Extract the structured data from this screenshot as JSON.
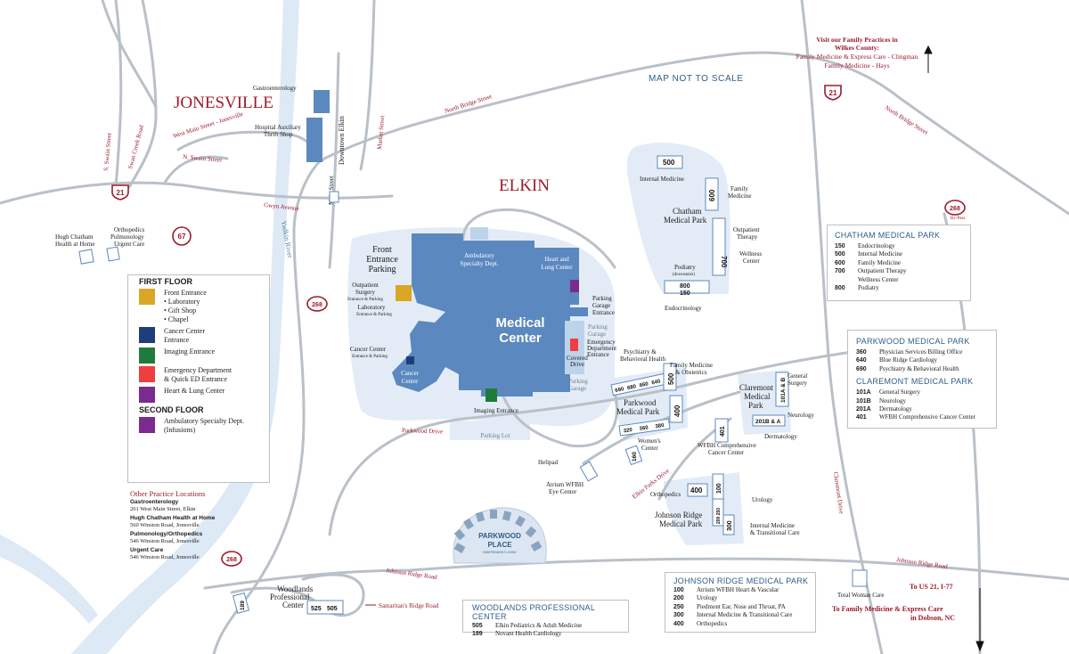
{
  "title": "MAP NOT TO SCALE",
  "towns": {
    "jonesville": "JONESVILLE",
    "elkin": "ELKIN"
  },
  "family_practices": {
    "line1": "Visit our Family Practices in",
    "line2": "Wilkes County:",
    "line3": "Family Medicine & Express Care - Clingman",
    "line4": "Family Medicine - Hays"
  },
  "roads": {
    "s_swain": "S. Swain Street",
    "swan_creek": "Swan Creek Road",
    "west_main": "West Main Street - Jonesville",
    "n_swain": "N. Swain Street",
    "gwyn": "Gwyn Avenue",
    "yadkin": "Yadkin River",
    "main_street": "Main Street",
    "downtown_elkin": "Downtown Elkin",
    "market": "Market Street",
    "north_bridge_1": "North Bridge Street",
    "north_bridge_2": "North Bridge Street",
    "parkwood": "Parkwood Drive",
    "elkin_parks": "Elkin Parks Drive",
    "claremont": "Claremont Drive",
    "johnson_ridge_1": "Johnson Ridge Road",
    "johnson_ridge_2": "Johnson Ridge Road",
    "samaritans": "Samaritan's Ridge Road",
    "bypass": "By-Pass"
  },
  "shields": {
    "us21_left": "21",
    "us21_right": "21",
    "nc67": "67",
    "r268_a": "268",
    "r268_b": "268",
    "r268_c": "268"
  },
  "places": {
    "gastro": "Gastroenterology",
    "thrift1": "Hospital Auxiliary",
    "thrift2": "Thrift Shop",
    "hugh1": "Hugh Chatham",
    "hugh2": "Health at Home",
    "ortho1": "Orthopedics",
    "ortho2": "Pulmonology",
    "ortho3": "Urgent Care",
    "front1": "Front",
    "front2": "Entrance",
    "front3": "Parking",
    "outpatient1": "Outpatient",
    "outpatient2": "Surgery",
    "outpatient3": "Entrance & Parking",
    "lab1": "Laboratory",
    "lab2": "Entrance & Parking",
    "cancerent1": "Cancer Center",
    "cancerent2": "Entrance & Parking",
    "ambulatory1": "Ambulatory",
    "ambulatory2": "Specialty Dept.",
    "heart1": "Heart and",
    "heart2": "Lung Center",
    "medical1": "Medical",
    "medical2": "Center",
    "cancer1": "Cancer",
    "cancer2": "Center",
    "imaging": "Imaging Entrance",
    "parkinglot": "Parking Lot",
    "pge1": "Parking",
    "pge2": "Garage",
    "pge3": "Entrance",
    "garage1_a": "Parking",
    "garage1_b": "Garage",
    "garage2_a": "Parking",
    "garage2_b": "Garage",
    "er1": "Emergency",
    "er2": "Department",
    "er3": "Entrance",
    "covered1": "Covered",
    "covered2": "Drive",
    "helipad": "Helipad",
    "eye1": "Atrium WFBH",
    "eye2": "Eye Center",
    "parkwood_place1": "PARKWOOD",
    "parkwood_place2": "PLACE",
    "parkwood_place3": "INDEPENDENT LIVING",
    "woodlands1": "Woodlands",
    "woodlands2": "Professional",
    "woodlands3": "Center",
    "internal_med": "Internal Medicine",
    "family_med1": "Family",
    "family_med2": "Medicine",
    "chatham1": "Chatham",
    "chatham2": "Medical Park",
    "otherapy1": "Outpatient",
    "otherapy2": "Therapy",
    "wellness1": "Wellness",
    "wellness2": "Center",
    "podiatry1": "Podiatry",
    "podiatry2": "(downstairs)",
    "endo": "Endocrinology",
    "psych1": "Psychiatry &",
    "psych2": "Behavioral Health",
    "fmo1": "Family Medicine",
    "fmo2": "& Obstetrics",
    "parkwood_mp1": "Parkwood",
    "parkwood_mp2": "Medical Park",
    "womens1": "Women's",
    "womens2": "Center",
    "cancer_comp1": "WFBH Comprehensive",
    "cancer_comp2": "Cancer Center",
    "claremont_mp1": "Claremont",
    "claremont_mp2": "Medical",
    "claremont_mp3": "Park",
    "gensurg1": "General",
    "gensurg2": "Surgery",
    "neurology": "Neurology",
    "dermatology": "Dermatology",
    "orthopedics": "Orthopedics",
    "urology": "Urology",
    "internal_trans1": "Internal Medicine",
    "internal_trans2": "& Transitional Care",
    "johnson_mp1": "Johnson Ridge",
    "johnson_mp2": "Medical Park",
    "total_woman": "Total Woman Care",
    "to_us21": "To US 21, I-77",
    "dobson1": "To Family Medicine & Express Care",
    "dobson2": "in Dobson, NC"
  },
  "building_numbers": {
    "b500": "500",
    "b600": "600",
    "b700": "700",
    "b800": "800",
    "b150": "150",
    "b690": "690",
    "b680": "680",
    "b660": "660",
    "b640": "640",
    "pw500": "500",
    "pw400": "400",
    "b320": "320",
    "b360": "360",
    "b380": "380",
    "b101a": "101A & B",
    "b201b": "201B & A",
    "b401": "401",
    "b160": "160",
    "b400": "400",
    "b100": "100",
    "b250": "200 250",
    "b300": "300",
    "b525": "525",
    "b505": "505",
    "b189": "189"
  },
  "legend": {
    "first_floor": "FIRST FLOOR",
    "second_floor": "SECOND FLOOR",
    "items": [
      {
        "color": "#d9a626",
        "lines": [
          "Front Entrance",
          "• Laboratory",
          "• Gift Shop",
          "• Chapel"
        ]
      },
      {
        "color": "#1f3d7a",
        "lines": [
          "Cancer Center",
          "Entrance"
        ]
      },
      {
        "color": "#1e7b3c",
        "lines": [
          "Imaging Entrance"
        ]
      },
      {
        "color": "#ee3e3e",
        "lines": [
          "Emergency Department",
          "& Quick ED Entrance"
        ]
      },
      {
        "color": "#7b2b8f",
        "lines": [
          "Heart & Lung Center"
        ]
      }
    ],
    "second_items": [
      {
        "color": "#7b2b8f",
        "lines": [
          "Ambulatory Specialty Dept.",
          "(Infusions)"
        ]
      }
    ]
  },
  "other_locations": {
    "heading": "Other Practice Locations",
    "items": [
      {
        "name": "Gastroenterology",
        "address": "201 West Main Street, Elkin"
      },
      {
        "name": "Hugh Chatham Health at Home",
        "address": "560 Winston Road, Jonesville"
      },
      {
        "name": "Pulmonology/Orthopedics",
        "address": "546 Winston Road, Jonesville"
      },
      {
        "name": "Urgent Care",
        "address": "546 Winston Road, Jonesville"
      }
    ]
  },
  "chatham_panel": {
    "title": "CHATHAM MEDICAL PARK",
    "rows": [
      {
        "num": "150",
        "name": "Endocrinology"
      },
      {
        "num": "500",
        "name": "Internal Medicine"
      },
      {
        "num": "600",
        "name": "Family Medicine"
      },
      {
        "num": "700",
        "name": "Outpatient Therapy"
      },
      {
        "num": "",
        "name": "Wellness Center"
      },
      {
        "num": "800",
        "name": "Podiatry"
      }
    ]
  },
  "parkwood_panel": {
    "title": "PARKWOOD MEDICAL PARK",
    "rows": [
      {
        "num": "360",
        "name": "Physician Services Billing Office"
      },
      {
        "num": "640",
        "name": "Blue Ridge Cardiology"
      },
      {
        "num": "690",
        "name": "Psychiatry & Behavioral Health"
      }
    ]
  },
  "claremont_panel": {
    "title": "CLAREMONT MEDICAL PARK",
    "rows": [
      {
        "num": "101A",
        "name": "General Surgery"
      },
      {
        "num": "101B",
        "name": "Neurology"
      },
      {
        "num": "201A",
        "name": "Dermatology"
      },
      {
        "num": "401",
        "name": "WFBH Comprehensive Cancer Center"
      }
    ]
  },
  "johnson_panel": {
    "title": "JOHNSON RIDGE MEDICAL PARK",
    "rows": [
      {
        "num": "100",
        "name": "Atrium WFBH Heart & Vascular"
      },
      {
        "num": "200",
        "name": "Urology"
      },
      {
        "num": "250",
        "name": "Piedmont Ear, Nose and Throat, PA"
      },
      {
        "num": "300",
        "name": "Internal Medicine & Transitional Care"
      },
      {
        "num": "400",
        "name": "Orthopedics"
      }
    ]
  },
  "woodlands_panel": {
    "title": "WOODLANDS PROFESSIONAL CENTER",
    "rows": [
      {
        "num": "505",
        "name": "Elkin Pediatrics & Adult Medicine"
      },
      {
        "num": "189",
        "name": "Novant Health Cardiology"
      }
    ]
  }
}
